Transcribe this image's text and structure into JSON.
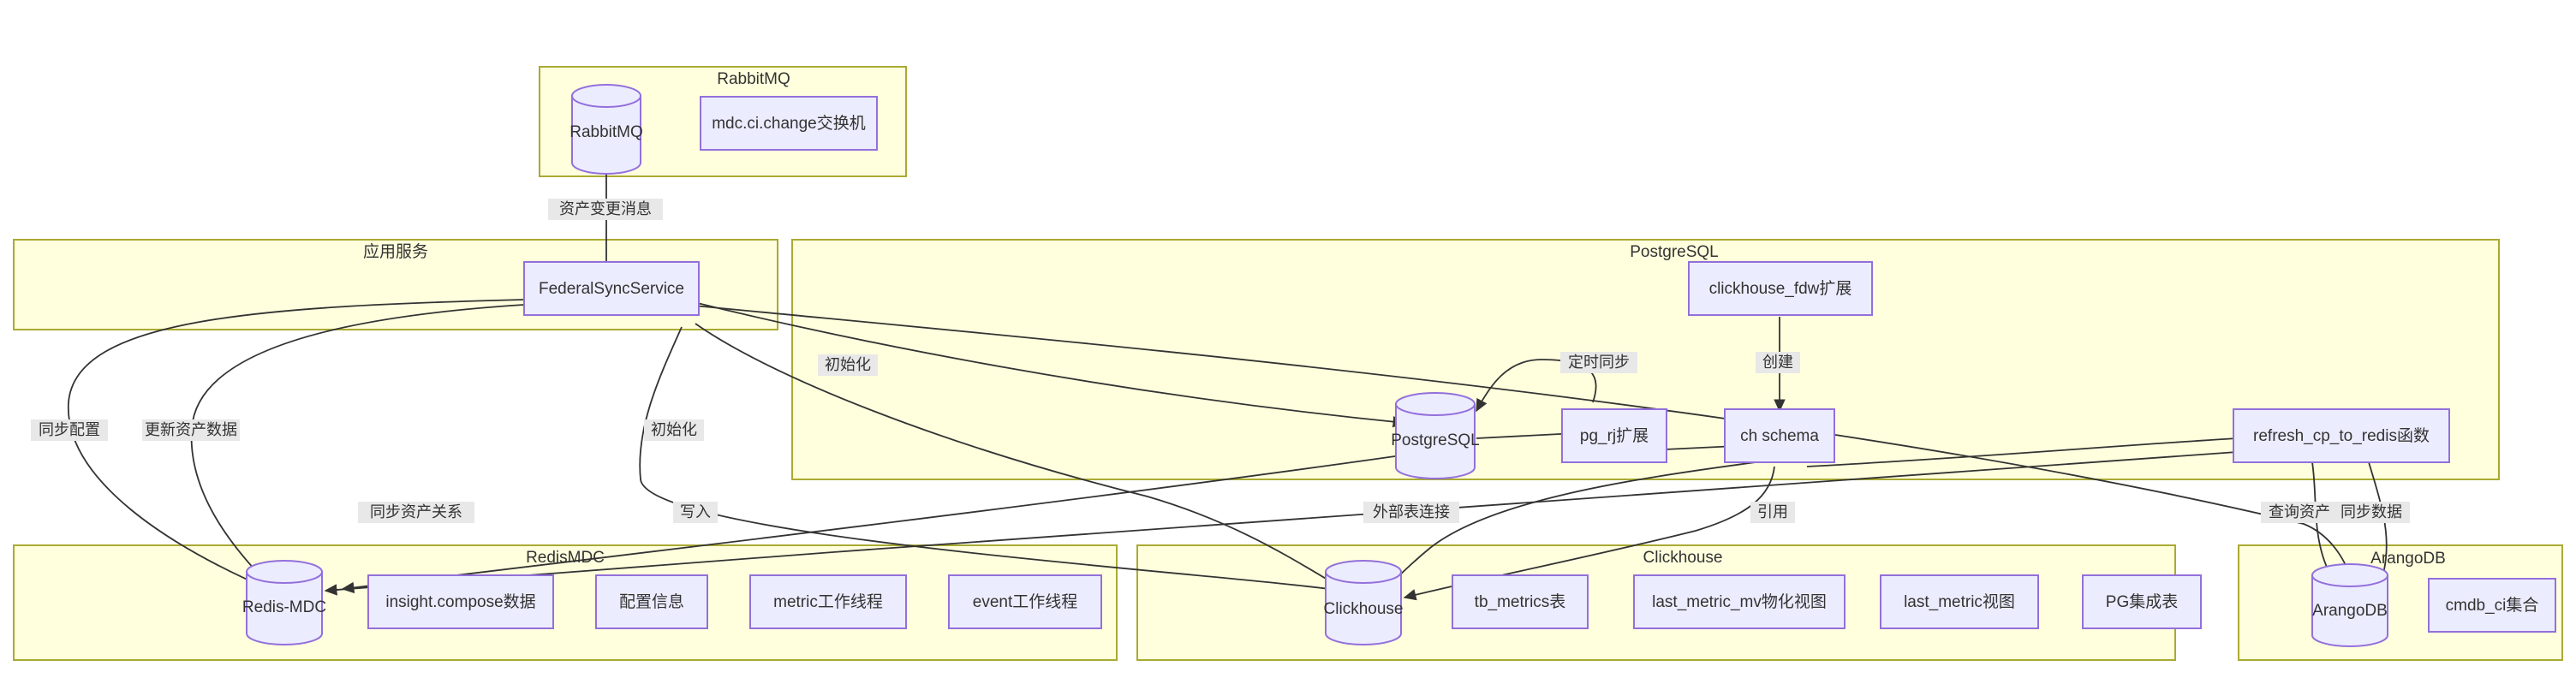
{
  "diagram": {
    "type": "flowchart",
    "title": "",
    "theme": {
      "cluster_fill": "#ffffde",
      "cluster_stroke": "#aaaa33",
      "node_fill": "#ececff",
      "node_stroke": "#9370db",
      "edge_stroke": "#333333",
      "label_bg": "#e8e8e8",
      "text_color": "#333333",
      "canvas_bg": "#ffffff"
    },
    "clusters": [
      {
        "id": "rabbitmq",
        "title": "RabbitMQ"
      },
      {
        "id": "app",
        "title": "应用服务"
      },
      {
        "id": "postgresql",
        "title": "PostgreSQL"
      },
      {
        "id": "redismdc",
        "title": "RedisMDC"
      },
      {
        "id": "clickhouse",
        "title": "Clickhouse"
      },
      {
        "id": "arangodb",
        "title": "ArangoDB"
      }
    ],
    "nodes": [
      {
        "id": "rabbitmq_db",
        "label": "RabbitMQ",
        "shape": "cylinder",
        "cluster": "rabbitmq"
      },
      {
        "id": "exchange",
        "label": "mdc.ci.change交换机",
        "shape": "rect",
        "cluster": "rabbitmq"
      },
      {
        "id": "federalsync",
        "label": "FederalSyncService",
        "shape": "rect",
        "cluster": "app"
      },
      {
        "id": "postgres_db",
        "label": "PostgreSQL",
        "shape": "cylinder",
        "cluster": "postgresql"
      },
      {
        "id": "pg_rj",
        "label": "pg_rj扩展",
        "shape": "rect",
        "cluster": "postgresql"
      },
      {
        "id": "ch_schema",
        "label": "ch schema",
        "shape": "rect",
        "cluster": "postgresql"
      },
      {
        "id": "ch_fdw",
        "label": "clickhouse_fdw扩展",
        "shape": "rect",
        "cluster": "postgresql"
      },
      {
        "id": "refresh_fn",
        "label": "refresh_cp_to_redis函数",
        "shape": "rect",
        "cluster": "postgresql"
      },
      {
        "id": "redis_db",
        "label": "Redis-MDC",
        "shape": "cylinder",
        "cluster": "redismdc"
      },
      {
        "id": "insight",
        "label": "insight.compose数据",
        "shape": "rect",
        "cluster": "redismdc"
      },
      {
        "id": "config",
        "label": "配置信息",
        "shape": "rect",
        "cluster": "redismdc"
      },
      {
        "id": "metric_worker",
        "label": "metric工作线程",
        "shape": "rect",
        "cluster": "redismdc"
      },
      {
        "id": "event_worker",
        "label": "event工作线程",
        "shape": "rect",
        "cluster": "redismdc"
      },
      {
        "id": "clickhouse_db",
        "label": "Clickhouse",
        "shape": "cylinder",
        "cluster": "clickhouse"
      },
      {
        "id": "tb_metrics",
        "label": "tb_metrics表",
        "shape": "rect",
        "cluster": "clickhouse"
      },
      {
        "id": "last_metric_mv",
        "label": "last_metric_mv物化视图",
        "shape": "rect",
        "cluster": "clickhouse"
      },
      {
        "id": "last_metric",
        "label": "last_metric视图",
        "shape": "rect",
        "cluster": "clickhouse"
      },
      {
        "id": "pg_integration",
        "label": "PG集成表",
        "shape": "rect",
        "cluster": "clickhouse"
      },
      {
        "id": "arango_db",
        "label": "ArangoDB",
        "shape": "cylinder",
        "cluster": "arangodb"
      },
      {
        "id": "cmdb_ci",
        "label": "cmdb_ci集合",
        "shape": "rect",
        "cluster": "arangodb"
      }
    ],
    "edges": [
      {
        "from": "rabbitmq_db",
        "to": "federalsync",
        "label": "资产变更消息"
      },
      {
        "from": "federalsync",
        "to": "redis_db",
        "label": "同步配置"
      },
      {
        "from": "federalsync",
        "to": "redis_db",
        "label": "更新资产数据"
      },
      {
        "from": "federalsync",
        "to": "arango_db",
        "label": "同步资产关系"
      },
      {
        "from": "federalsync",
        "to": "postgres_db",
        "label": "初始化"
      },
      {
        "from": "federalsync",
        "to": "clickhouse_db",
        "label": "初始化"
      },
      {
        "from": "federalsync",
        "to": "clickhouse_db",
        "label": "写入"
      },
      {
        "from": "pg_rj",
        "to": "postgres_db",
        "label": "定时同步"
      },
      {
        "from": "ch_fdw",
        "to": "ch_schema",
        "label": "创建"
      },
      {
        "from": "ch_schema",
        "to": "clickhouse_db",
        "label": "外部表连接"
      },
      {
        "from": "ch_schema",
        "to": "clickhouse_db",
        "label": "引用"
      },
      {
        "from": "refresh_fn",
        "to": "arango_db",
        "label": "查询资产"
      },
      {
        "from": "refresh_fn",
        "to": "arango_db",
        "label": "同步数据"
      }
    ],
    "edge_labels": [
      {
        "id": "lbl-asset-change",
        "text": "资产变更消息"
      },
      {
        "id": "lbl-sync-config",
        "text": "同步配置"
      },
      {
        "id": "lbl-update-asset",
        "text": "更新资产数据"
      },
      {
        "id": "lbl-init-1",
        "text": "初始化"
      },
      {
        "id": "lbl-init-2",
        "text": "初始化"
      },
      {
        "id": "lbl-sync-relation",
        "text": "同步资产关系"
      },
      {
        "id": "lbl-write",
        "text": "写入"
      },
      {
        "id": "lbl-timed-sync",
        "text": "定时同步"
      },
      {
        "id": "lbl-create",
        "text": "创建"
      },
      {
        "id": "lbl-ext-table",
        "text": "外部表连接"
      },
      {
        "id": "lbl-reference",
        "text": "引用"
      },
      {
        "id": "lbl-query-asset",
        "text": "查询资产"
      },
      {
        "id": "lbl-sync-data",
        "text": "同步数据"
      }
    ]
  }
}
